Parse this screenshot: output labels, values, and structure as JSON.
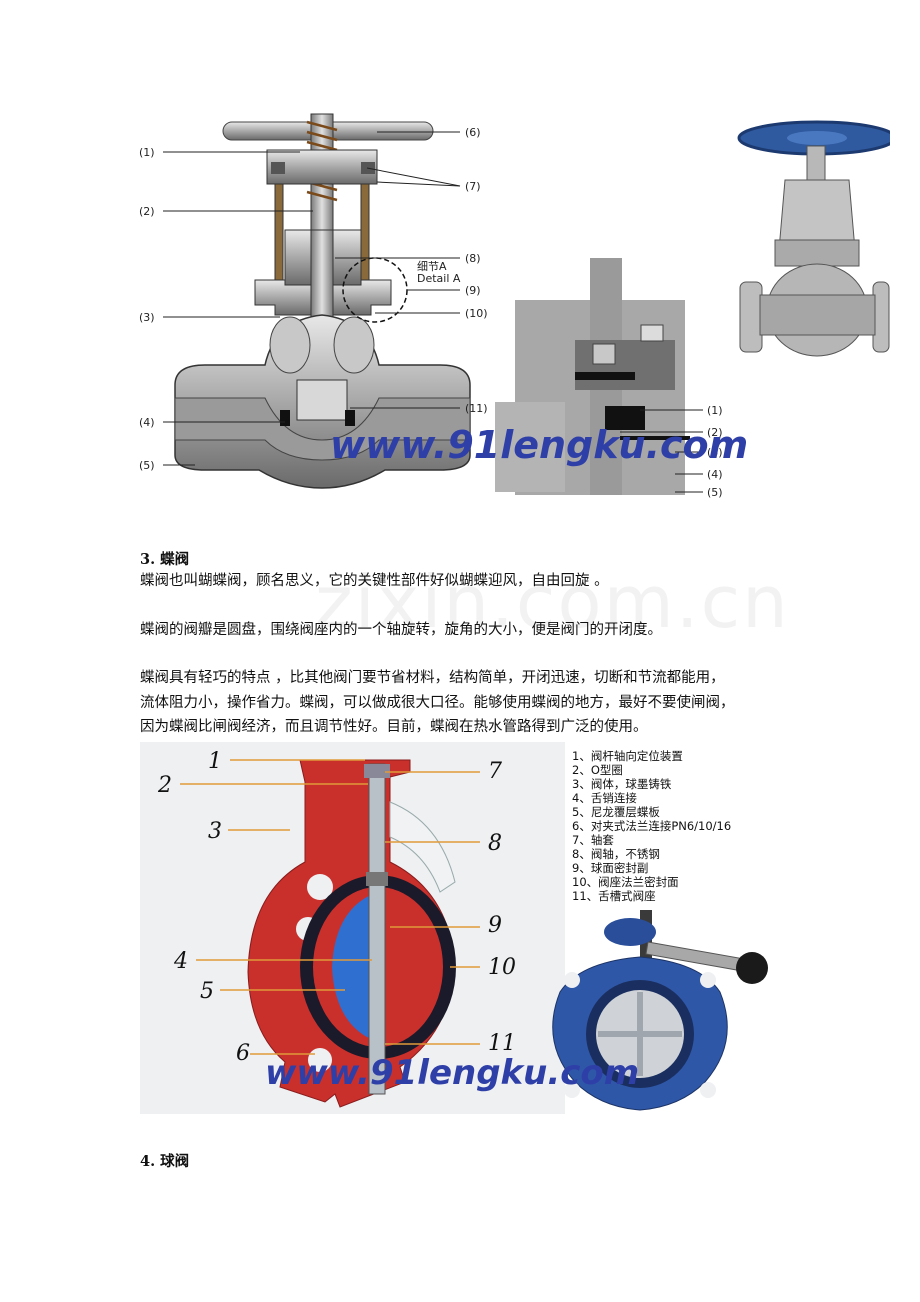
{
  "figure1": {
    "callouts_left": [
      "(1)",
      "(2)",
      "(3)",
      "(4)",
      "(5)"
    ],
    "callouts_right": [
      "(6)",
      "(7)",
      "(8)",
      "(9)",
      "(10)",
      "(11)"
    ],
    "detail_label_cn": "细节A",
    "detail_label_en": "Detail A",
    "detail_callouts": [
      "(1)",
      "(2)",
      "(3)",
      "(4)",
      "(5)"
    ],
    "watermark": "www.91lengku.com"
  },
  "section3": {
    "heading": "3. 蝶阀",
    "p1": "蝶阀也叫蝴蝶阀，顾名思义，它的关键性部件好似蝴蝶迎风，自由回旋 。",
    "p2": "蝶阀的阀瓣是圆盘，围绕阀座内的一个轴旋转，旋角的大小，便是阀门的开闭度。",
    "p3_line1": "蝶阀具有轻巧的特点 ，比其他阀门要节省材料，结构简单，开闭迅速，切断和节流都能用，",
    "p3_line2": "流体阻力小，操作省力。蝶阀，可以做成很大口径。能够使用蝶阀的地方，最好不要使闸阀，",
    "p3_line3": "因为蝶阀比闸阀经济，而且调节性好。目前，蝶阀在热水管路得到广泛的使用。"
  },
  "figure2": {
    "numbers_left": [
      "1",
      "2",
      "3",
      "4",
      "5",
      "6"
    ],
    "numbers_right": [
      "7",
      "8",
      "9",
      "10",
      "11"
    ],
    "legend": [
      "1、阀杆轴向定位装置",
      "2、O型圈",
      "3、阀体，球墨铸铁",
      "4、舌销连接",
      "5、尼龙覆层蝶板",
      "6、对夹式法兰连接PN6/10/16",
      "7、轴套",
      "8、阀轴，不锈钢",
      "9、球面密封副",
      "10、阀座法兰密封面",
      "11、舌槽式阀座"
    ],
    "watermark": "www.91lengku.com"
  },
  "section4": {
    "heading": "4. 球阀"
  },
  "page_watermark": "zixin.com.cn"
}
